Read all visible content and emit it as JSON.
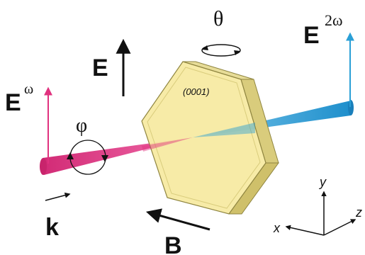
{
  "labels": {
    "theta": "θ",
    "field_E": "E",
    "E_omega_base": "E",
    "E_omega_sup": "ω",
    "E_2omega_base": "E",
    "E_2omega_sup": "2ω",
    "phi": "φ",
    "crystal_face": "(0001)",
    "k": "k",
    "B": "B",
    "axis_y": "y",
    "axis_x": "x",
    "axis_z": "z"
  },
  "colors": {
    "incident_beam": "#e0317e",
    "sh_beam": "#2a9fd6",
    "crystal_face": "#f6eaa0",
    "crystal_edge": "#cfc06a",
    "crystal_outline": "#8f8540",
    "arrow": "#111111"
  }
}
